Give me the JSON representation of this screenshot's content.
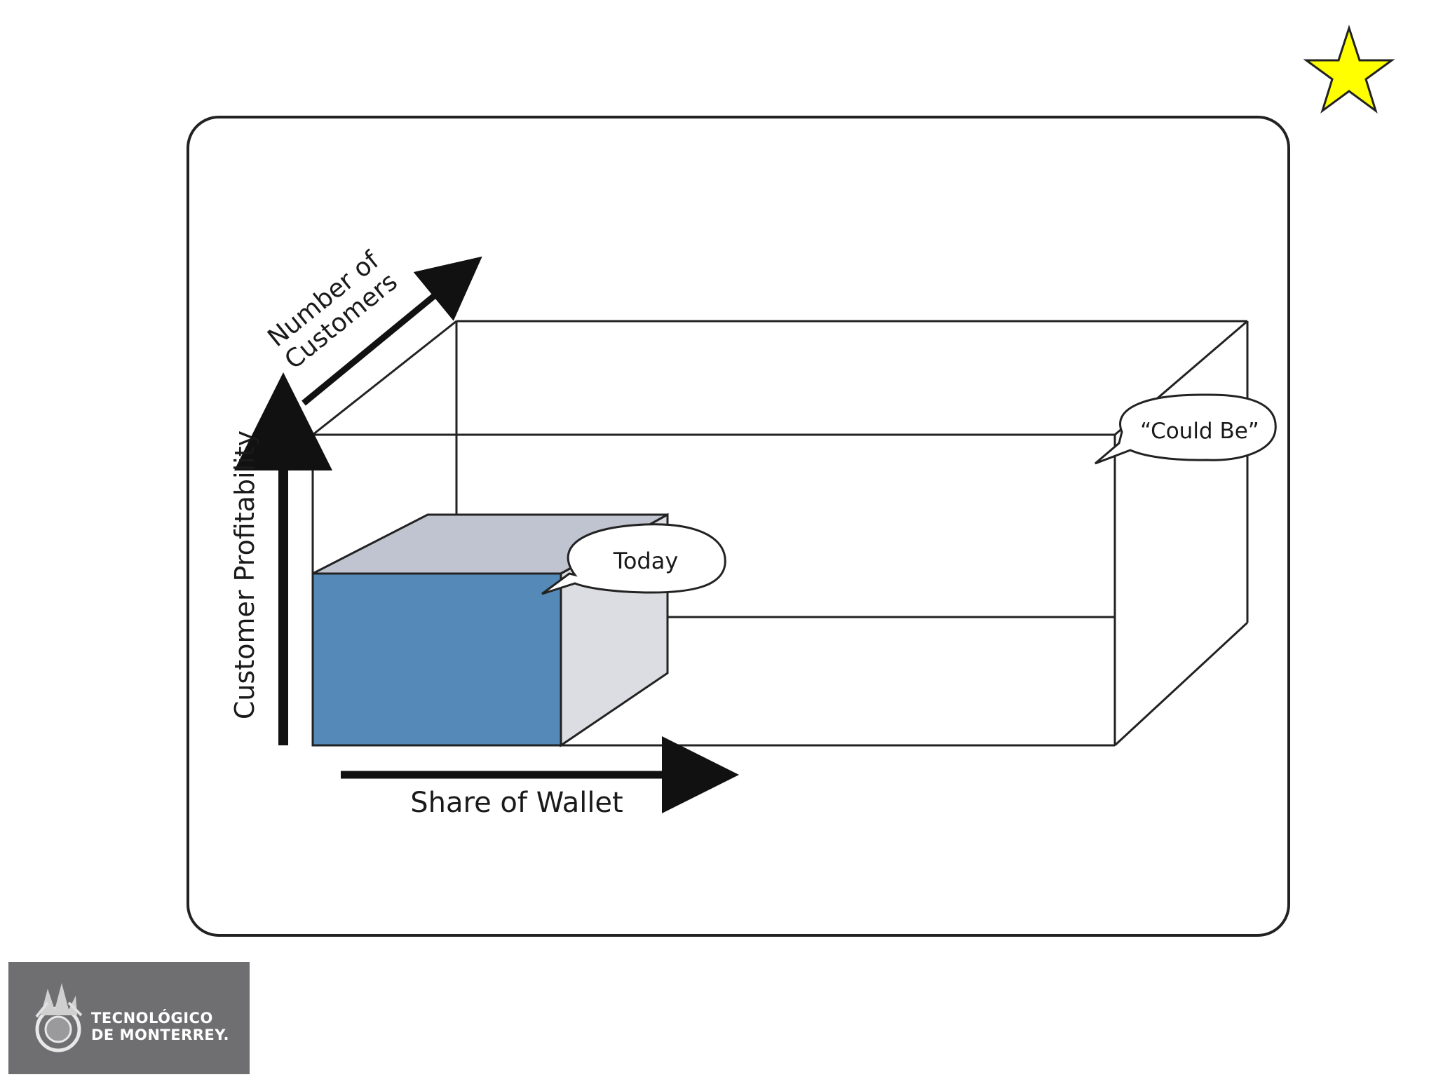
{
  "diagram": {
    "axes": {
      "number_of_customers_line1": "Number of",
      "number_of_customers_line2": "Customers",
      "customer_profitability": "Customer Profitability",
      "share_of_wallet": "Share of Wallet"
    },
    "callouts": {
      "today": "Today",
      "could_be": "“Could Be”"
    }
  },
  "logo": {
    "line1": "TECNOLÓGICO",
    "line2": "DE MONTERREY."
  },
  "colors": {
    "today_front": "#5589b8",
    "today_top": "#c0c4d0",
    "today_side": "#dcdde2",
    "star": "#ffff00",
    "logo_bg": "#6f6f71"
  }
}
